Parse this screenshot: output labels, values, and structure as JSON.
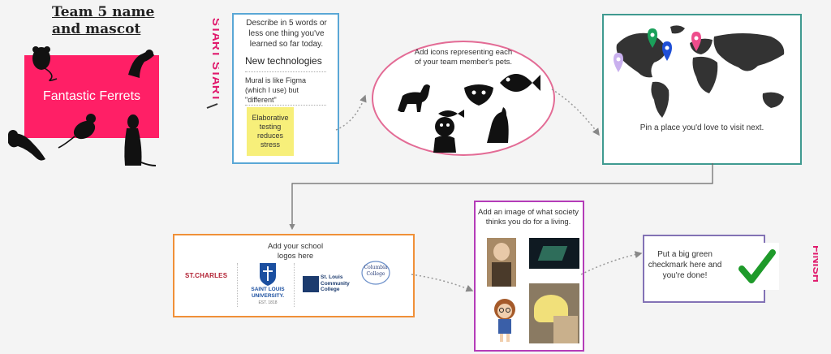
{
  "mascot": {
    "title_line1": "Team 5 name",
    "title_line2": "and mascot",
    "name": "Fantastic Ferrets"
  },
  "labels": {
    "start": "START",
    "finish": "FINISH"
  },
  "reflection": {
    "prompt": "Describe in 5 words or less one thing you've learned so far today.",
    "heading": "New technologies",
    "note": "Mural is like Figma (which I use) but \"different\"",
    "sticky": "Elaborative testing reduces stress"
  },
  "pets": {
    "prompt": "Add icons representing each of your team member's pets."
  },
  "map": {
    "caption": "Pin a place you'd love to visit next."
  },
  "schools": {
    "prompt": "Add your school logos here",
    "logos": {
      "stcharles": "ST.CHARLES",
      "slu_line1": "SAINT LOUIS",
      "slu_line2": "UNIVERSITY.",
      "slu_est": "EST. 1818",
      "stlcc_line1": "St. Louis",
      "stlcc_line2": "Community",
      "stlcc_line3": "College",
      "columbia_line1": "Columbia",
      "columbia_line2": "College"
    }
  },
  "society": {
    "prompt": "Add an image of what society thinks you do for a living."
  },
  "finish": {
    "prompt": "Put a big green checkmark here and you're done!"
  },
  "colors": {
    "mascot_card": "#ff1f66",
    "start_label": "#e0196c",
    "checkmark": "#1e9a2a",
    "pin_green": "#1aa05a",
    "pin_blue": "#1f4fd6",
    "pin_pink": "#ee4d8c",
    "pin_lavender": "#c9b0ee"
  }
}
